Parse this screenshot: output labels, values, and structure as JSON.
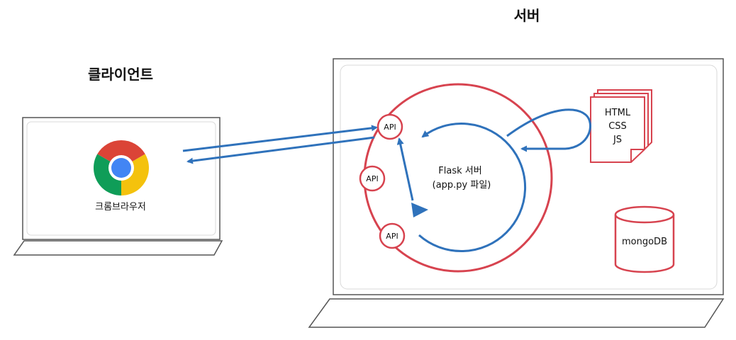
{
  "client": {
    "title": "클라이언트",
    "browser_label": "크롬브라우저"
  },
  "server": {
    "title": "서버",
    "flask_title": "Flask 서버",
    "flask_subtitle": "(app.py 파일)",
    "api_nodes": [
      "API",
      "API",
      "API"
    ],
    "file_lines": [
      "HTML",
      "CSS",
      "JS"
    ],
    "database_label": "mongoDB"
  },
  "colors": {
    "accent_red": "#d7434f",
    "flow_blue": "#2f72bb",
    "device_stroke": "#555555",
    "screen_border": "#d9d9d9",
    "chrome_red": "#db4437",
    "chrome_green": "#0f9d58",
    "chrome_yellow": "#f4c20d",
    "chrome_blue": "#4285f4"
  }
}
